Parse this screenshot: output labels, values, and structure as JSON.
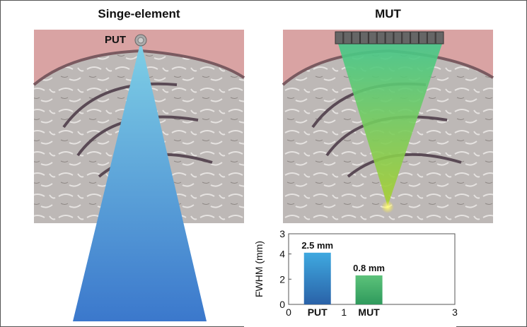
{
  "panels": {
    "left_title": "Singe-element",
    "right_title": "MUT",
    "transducer_label": "PUT",
    "array_elements": 13
  },
  "colors": {
    "tissue_pink": "#d9a3a3",
    "tissue_gray": "#b9b5b3",
    "put_beam": "#4a9fd8",
    "mut_beam": "#5cc070",
    "focus": "#ffee33"
  },
  "chart_data": {
    "type": "bar",
    "ylabel": "FWHM (mm)",
    "xlabel": "",
    "xlim": [
      0,
      3
    ],
    "ylim": [
      0,
      5.6
    ],
    "x_ticks": [
      {
        "value": 0,
        "label": "0"
      },
      {
        "value": 1,
        "label": "1"
      },
      {
        "value": 3,
        "label": "3"
      }
    ],
    "y_ticks": [
      {
        "value": 0,
        "label": "0"
      },
      {
        "value": 2,
        "label": "2"
      },
      {
        "value": 4,
        "label": "4"
      },
      {
        "value": 5.6,
        "label": "3"
      }
    ],
    "bars": [
      {
        "category": "PUT",
        "x": 0.52,
        "value": 4.1,
        "data_label": "2.5 mm",
        "color": "#2f7fc4"
      },
      {
        "category": "MUT",
        "x": 1.45,
        "value": 2.3,
        "data_label": "0.8 mm",
        "color": "#43ad69"
      }
    ]
  }
}
